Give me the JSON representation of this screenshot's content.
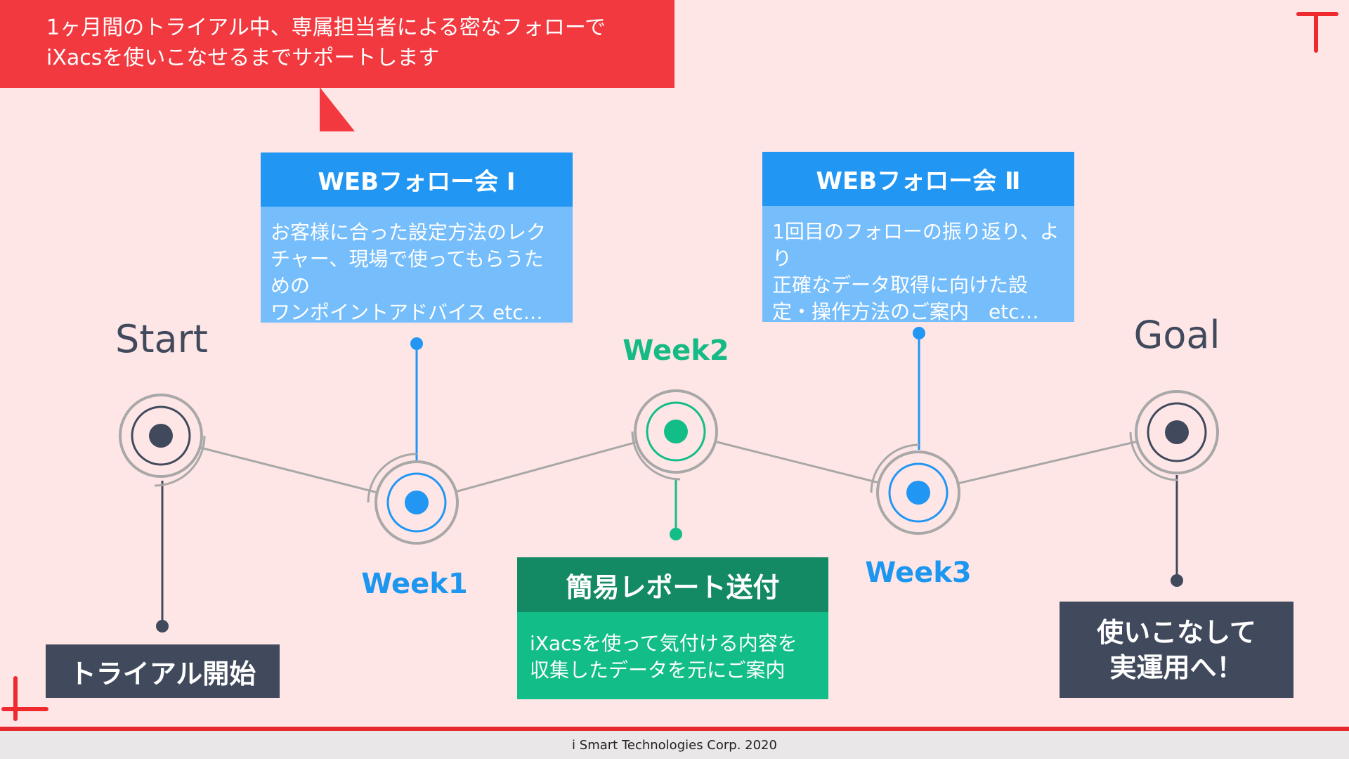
{
  "callout": {
    "text": "1ヶ月間のトライアル中、専属担当者による密なフォローで\niXacsを使いこなせるまでサポートします"
  },
  "stages": {
    "start": {
      "label": "Start"
    },
    "week1": {
      "label": "Week1"
    },
    "week2": {
      "label": "Week2"
    },
    "week3": {
      "label": "Week3"
    },
    "goal": {
      "label": "Goal"
    }
  },
  "cards": {
    "web_follow_1": {
      "title": "WEBフォロー会 Ⅰ",
      "body": "お客様に合った設定方法のレク\nチャー、現場で使ってもらうための\nワンポイントアドバイス etc…"
    },
    "web_follow_2": {
      "title": "WEBフォロー会 Ⅱ",
      "body": "1回目のフォローの振り返り、より\n正確なデータ取得に向けた設\n定・操作方法のご案内　etc…"
    },
    "report": {
      "title": "簡易レポート送付",
      "body": "iXacsを使って気付ける内容を\n収集したデータを元にご案内"
    },
    "trial_start": {
      "text": "トライアル開始"
    },
    "goal_box": {
      "text": "使いこなして\n実運用へ！"
    }
  },
  "footer": {
    "text": "i Smart Technologies Corp. 2020"
  },
  "colors": {
    "background": "#ffe6e6",
    "accent_red": "#f1393f",
    "blue": "#2196f3",
    "light_blue": "#76bdfb",
    "green": "#13bd88",
    "dark_green": "#138a63",
    "navy": "#404a5c",
    "ring_gray": "#a8a8a8"
  }
}
